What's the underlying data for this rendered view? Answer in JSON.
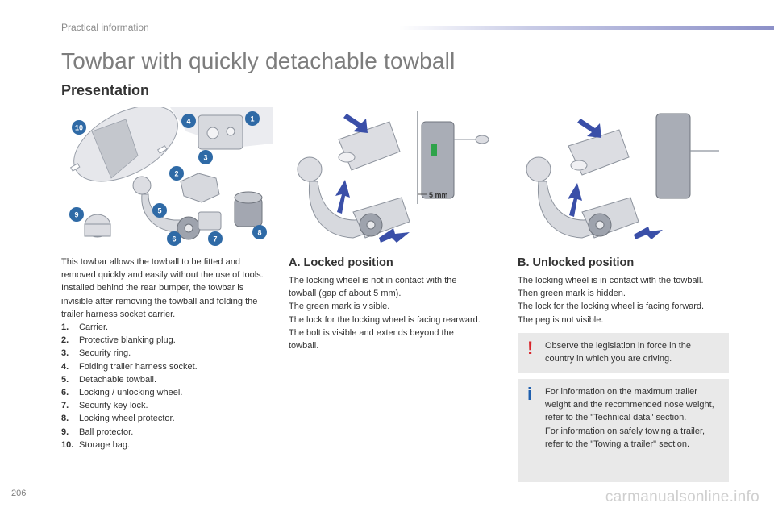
{
  "header": {
    "section": "Practical information"
  },
  "title": "Towbar with quickly detachable towball",
  "subtitle": "Presentation",
  "intro": "This towbar allows the towball to be fitted and removed quickly and easily without the use of tools. Installed behind the rear bumper, the towbar is invisible after removing the towball and folding the trailer harness socket carrier.",
  "legend": [
    {
      "num": "1.",
      "label": "Carrier."
    },
    {
      "num": "2.",
      "label": "Protective blanking plug."
    },
    {
      "num": "3.",
      "label": "Security ring."
    },
    {
      "num": "4.",
      "label": "Folding trailer harness socket."
    },
    {
      "num": "5.",
      "label": "Detachable towball."
    },
    {
      "num": "6.",
      "label": "Locking / unlocking wheel."
    },
    {
      "num": "7.",
      "label": "Security key lock."
    },
    {
      "num": "8.",
      "label": "Locking wheel protector."
    },
    {
      "num": "9.",
      "label": "Ball protector."
    },
    {
      "num": "10.",
      "label": "Storage bag."
    }
  ],
  "callouts": [
    "1",
    "2",
    "3",
    "4",
    "5",
    "6",
    "7",
    "8",
    "9",
    "10"
  ],
  "figure_a": {
    "dimension": "5 mm"
  },
  "locked": {
    "heading": "A. Locked position",
    "lines": [
      "The locking wheel is not in contact with the towball (gap of about 5 mm).",
      "The green mark is visible.",
      "The lock for the locking wheel is facing rearward.",
      "The bolt is visible and extends beyond the towball."
    ]
  },
  "unlocked": {
    "heading": "B. Unlocked position",
    "lines": [
      "The locking wheel is in contact with the towball.",
      "Then green mark is hidden.",
      "The lock for the locking wheel is facing forward.",
      "The peg is not visible."
    ]
  },
  "warning": {
    "icon": "!",
    "text": "Observe the legislation in force in the country in which you are driving."
  },
  "info": {
    "icon": "i",
    "lines": [
      "For information on the maximum trailer weight and the recommended nose weight, refer to the \"Technical data\" section.",
      "For information on safely towing a trailer, refer to the \"Towing a trailer\" section."
    ]
  },
  "page_number": "206",
  "watermark": "carmanualsonline.info",
  "colors": {
    "callout_blue": "#2f6aa6",
    "arrow_blue": "#3a4fa8",
    "part_grey": "#d7d9de",
    "green_mark": "#2ea34a",
    "warning_red": "#d8232a",
    "info_blue": "#1f5fae",
    "notice_bg": "#e9e9e9"
  }
}
